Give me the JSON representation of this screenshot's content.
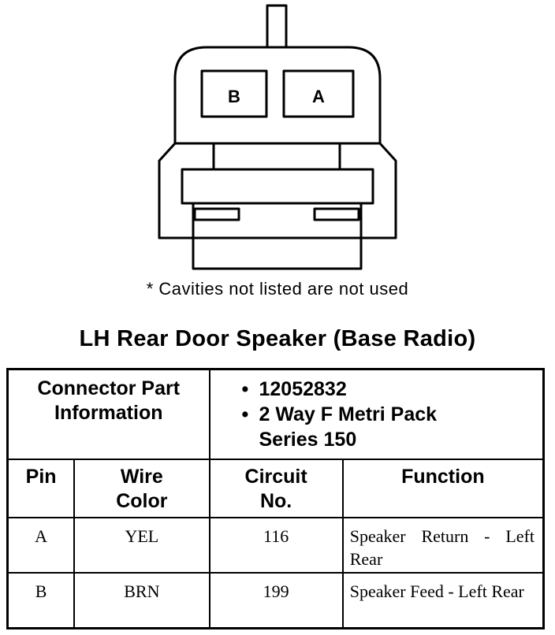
{
  "connector": {
    "cavities": [
      "B",
      "A"
    ]
  },
  "note": "* Cavities not listed are not used",
  "title": "LH Rear Door Speaker (Base Radio)",
  "connector_part": {
    "label_line1": "Connector Part",
    "label_line2": "Information",
    "bullet": "•",
    "items": [
      "12052832",
      "2 Way F Metri Pack",
      "Series 150"
    ]
  },
  "table": {
    "headers": {
      "pin": "Pin",
      "wire_color_line1": "Wire",
      "wire_color_line2": "Color",
      "circuit_line1": "Circuit",
      "circuit_line2": "No.",
      "function": "Function"
    },
    "rows": [
      {
        "pin": "A",
        "wire_color": "YEL",
        "circuit": "116",
        "function": "Speaker Return - Left Rear"
      },
      {
        "pin": "B",
        "wire_color": "BRN",
        "circuit": "199",
        "function": "Speaker Feed - Left Rear"
      }
    ]
  }
}
